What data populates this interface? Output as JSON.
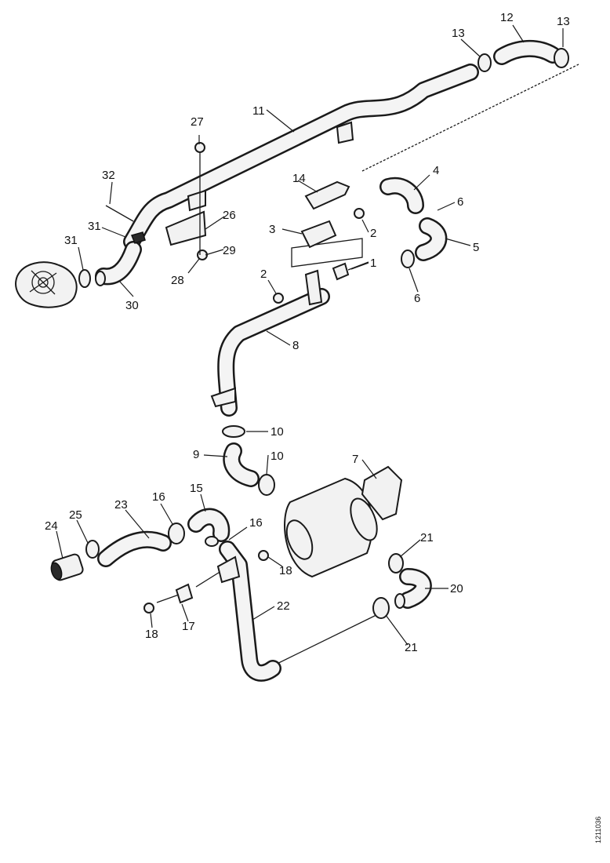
{
  "callouts": {
    "c1": "1",
    "c2a": "2",
    "c2b": "2",
    "c3": "3",
    "c4": "4",
    "c5": "5",
    "c6a": "6",
    "c6b": "6",
    "c7": "7",
    "c8": "8",
    "c9": "9",
    "c10a": "10",
    "c10b": "10",
    "c11": "11",
    "c12": "12",
    "c13a": "13",
    "c13b": "13",
    "c14": "14",
    "c15": "15",
    "c16a": "16",
    "c16b": "16",
    "c17": "17",
    "c18a": "18",
    "c18b": "18",
    "c20": "20",
    "c21a": "21",
    "c21b": "21",
    "c22": "22",
    "c23": "23",
    "c24": "24",
    "c25": "25",
    "c26": "26",
    "c27": "27",
    "c28": "28",
    "c29": "29",
    "c30": "30",
    "c31a": "31",
    "c31b": "31",
    "c32": "32"
  },
  "document_id": "1211036"
}
